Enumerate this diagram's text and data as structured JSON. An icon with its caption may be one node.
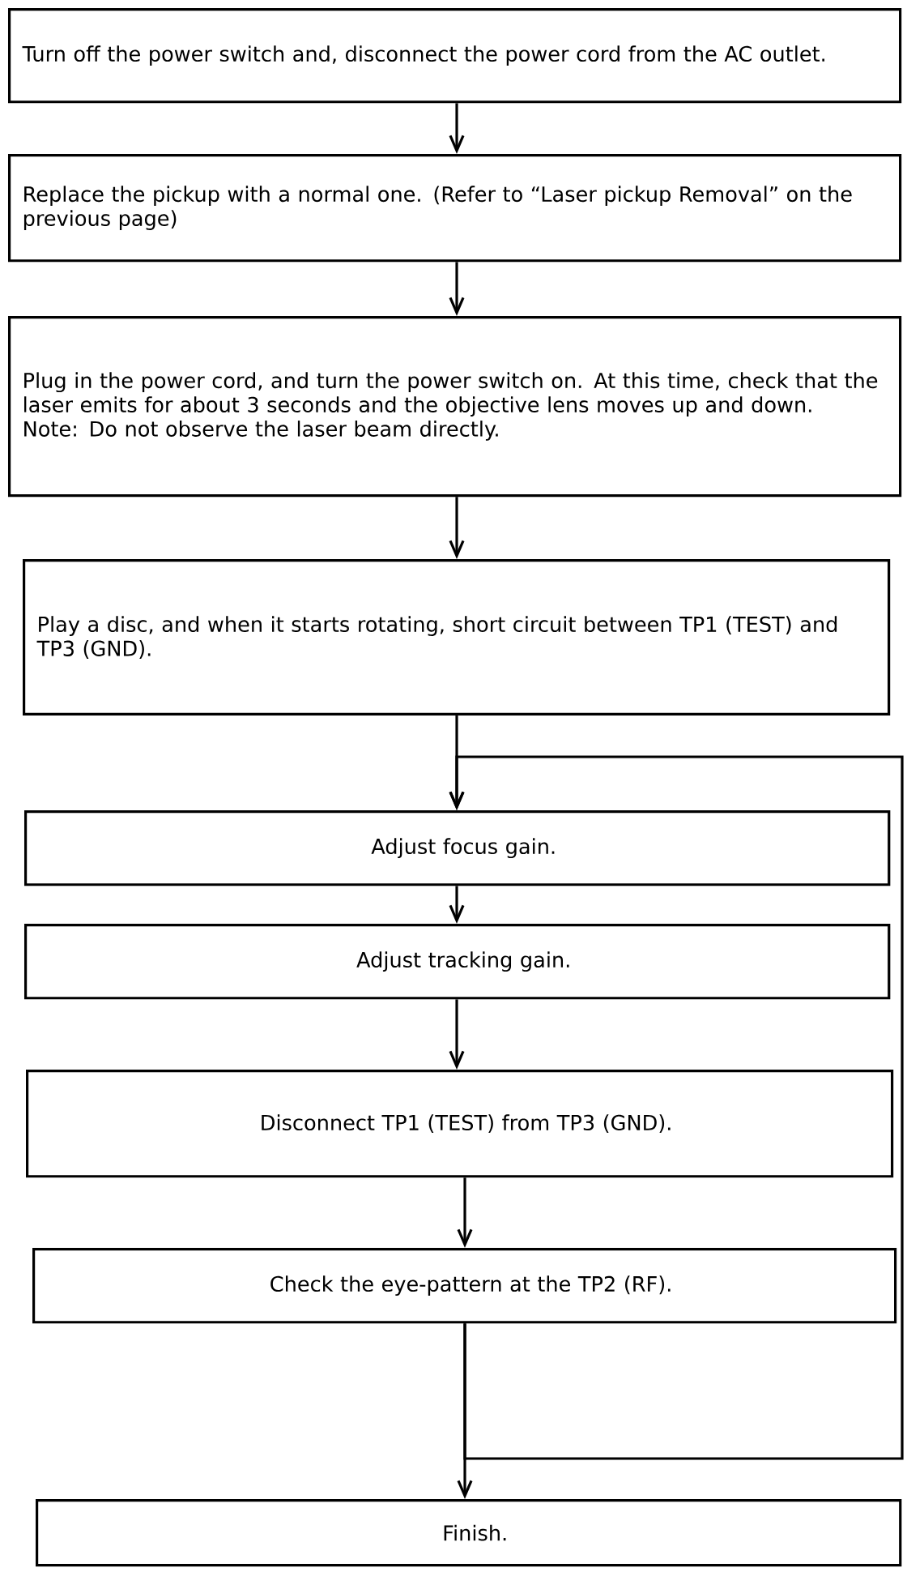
{
  "diagram": {
    "nodes": [
      {
        "text": [
          "Turn off the power switch and, disconnect the power cord from the AC outlet."
        ]
      },
      {
        "text": [
          "Replace the pickup with a normal one. (Refer to “Laser pickup Removal” on the previous page)"
        ]
      },
      {
        "text": [
          "Plug in the power cord, and turn the power switch on. At this time, check that the laser emits for about 3 seconds and the objective lens moves up and down.",
          "Note: Do not observe the laser beam directly."
        ]
      },
      {
        "text": [
          "Play a disc, and when it starts rotating, short circuit between TP1 (TEST) and TP3 (GND)."
        ]
      },
      {
        "text": [
          "Adjust focus gain."
        ]
      },
      {
        "text": [
          "Adjust tracking gain."
        ]
      },
      {
        "text": [
          "Disconnect TP1 (TEST) from TP3 (GND)."
        ]
      },
      {
        "text": [
          "Check the eye-pattern at the TP2 (RF)."
        ]
      },
      {
        "text": [
          "Finish."
        ]
      }
    ],
    "edges": [
      {
        "from": 0,
        "to": 1,
        "arrow": "to"
      },
      {
        "from": 1,
        "to": 2,
        "arrow": "to"
      },
      {
        "from": 2,
        "to": 3,
        "arrow": "to"
      },
      {
        "from": 3,
        "to": 4,
        "arrow": "to"
      },
      {
        "from": 4,
        "to": 5,
        "arrow": "to"
      },
      {
        "from": 5,
        "to": 6,
        "arrow": "to"
      },
      {
        "from": 6,
        "to": 7,
        "arrow": "to"
      },
      {
        "from": 7,
        "to": 8,
        "arrow": "to"
      },
      {
        "from": 7,
        "to": 4,
        "arrow": "to"
      }
    ]
  }
}
